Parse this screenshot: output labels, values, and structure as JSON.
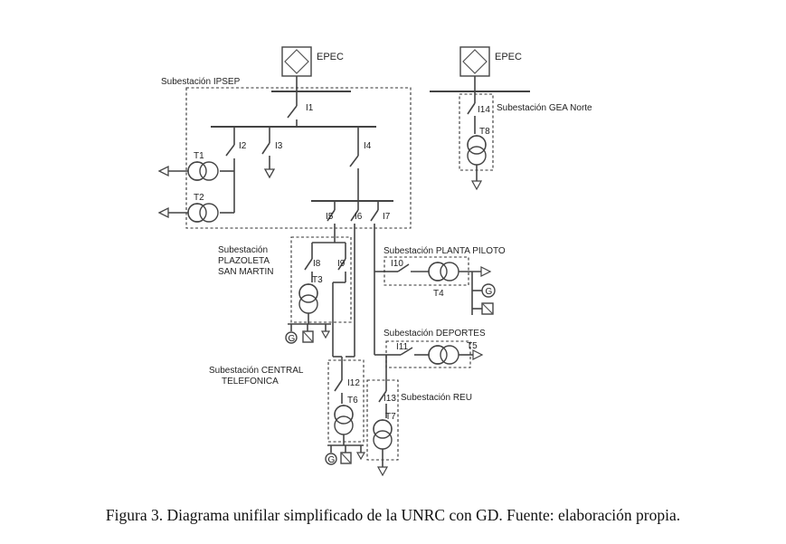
{
  "diagram": {
    "source_labels": {
      "epec_1": "EPEC",
      "epec_2": "EPEC"
    },
    "substations": {
      "ipsep": "Subestación IPSEP",
      "gea_norte": "Subestación GEA Norte",
      "plazoleta_line1": "Subestación",
      "plazoleta_line2": "PLAZOLETA",
      "plazoleta_line3": "SAN MARTIN",
      "planta_piloto": "Subestación PLANTA PILOTO",
      "deportes": "Subestación DEPORTES",
      "central_line1": "Subestación CENTRAL",
      "central_line2": "TELEFONICA",
      "reu": "Subestación REU"
    },
    "switches": {
      "i1": "I1",
      "i2": "I2",
      "i3": "I3",
      "i4": "I4",
      "i5": "I5",
      "i6": "I6",
      "i7": "I7",
      "i8": "I8",
      "i9": "I9",
      "i10": "I10",
      "i11": "I11",
      "i12": "I12",
      "i13": "I13",
      "i14": "I14"
    },
    "transformers": {
      "t1": "T1",
      "t2": "T2",
      "t3": "T3",
      "t4": "T4",
      "t5": "T5",
      "t6": "T6",
      "t7": "T7",
      "t8": "T8"
    },
    "generator_symbol": "G"
  },
  "caption": "Figura 3. Diagrama unifilar simplificado de la UNRC con GD. Fuente: elaboración propia."
}
